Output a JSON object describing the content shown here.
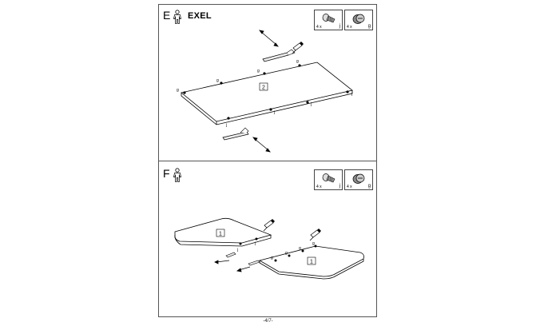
{
  "page": {
    "number": "-4/7-"
  },
  "step_e": {
    "letter": "E",
    "model": "EXEL",
    "parts": [
      {
        "qty": "4 x",
        "code": "j",
        "icon": "cam-bolt-icon"
      },
      {
        "qty": "4 x",
        "code": "g",
        "icon": "cam-lock-icon"
      }
    ],
    "panel_label": "2",
    "hardware_labels": [
      "g",
      "g",
      "g",
      "g",
      "j",
      "j",
      "j",
      "j"
    ]
  },
  "step_f": {
    "letter": "F",
    "parts": [
      {
        "qty": "4 x",
        "code": "j",
        "icon": "cam-bolt-icon"
      },
      {
        "qty": "4 x",
        "code": "g",
        "icon": "cam-lock-icon"
      }
    ],
    "panel_label_left": "1",
    "panel_label_right": "1",
    "hardware_labels": [
      "j",
      "j",
      "g",
      "g",
      "g",
      "g"
    ]
  }
}
